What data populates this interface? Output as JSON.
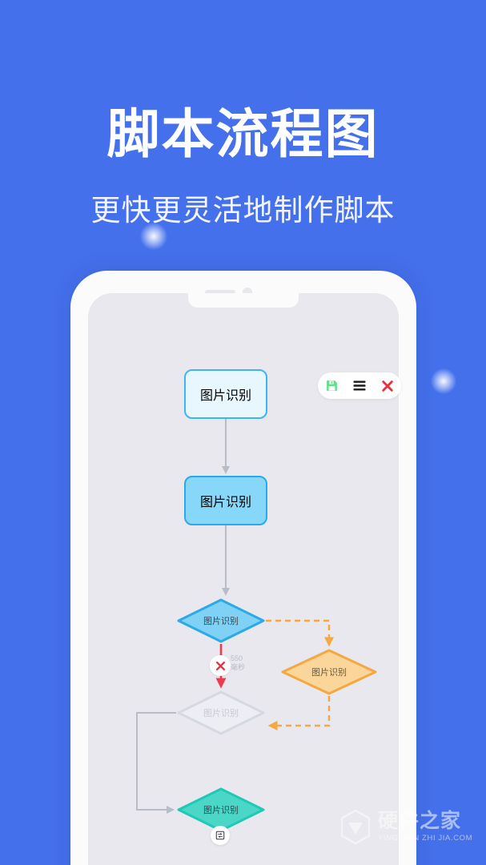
{
  "theme": {
    "background": "#4470ec",
    "phone_body": "#fbfbfc",
    "screen": "#e8e8ee",
    "accent_blue": "#3bb6ef",
    "accent_orange": "#f5a742",
    "accent_teal": "#4ad7c7",
    "accent_red": "#ef3b4e",
    "accent_green": "#5fe08a",
    "muted_grey": "#c9cad2"
  },
  "header": {
    "title": "脚本流程图",
    "subtitle": "更快更灵活地制作脚本"
  },
  "toolbar": {
    "save_label": "",
    "menu_label": "",
    "close_label": "",
    "icons": [
      "save-icon",
      "menu-icon",
      "close-icon"
    ]
  },
  "flowchart": {
    "nodes": [
      {
        "id": "node-1",
        "label": "图片识别",
        "shape": "rounded-rect",
        "state": "outline",
        "fill": "#e8f7fe",
        "stroke": "#3bb6ef"
      },
      {
        "id": "node-2",
        "label": "图片识别",
        "shape": "rounded-rect",
        "state": "filled",
        "fill": "#87d8f8",
        "stroke": "#2ca9e8"
      },
      {
        "id": "node-3",
        "label": "图片识别",
        "shape": "diamond",
        "state": "filled",
        "fill": "#7fd2f5",
        "stroke": "#2ca9e8"
      },
      {
        "id": "node-4",
        "label": "图片识别",
        "shape": "diamond",
        "state": "filled",
        "fill": "#fbd69b",
        "stroke": "#f5a742"
      },
      {
        "id": "node-5",
        "label": "图片识别",
        "shape": "diamond",
        "state": "disabled",
        "fill": "#eceef3",
        "stroke": "#d7d9e1"
      },
      {
        "id": "node-6",
        "label": "图片识别",
        "shape": "diamond",
        "state": "filled",
        "fill": "#4ad7c7",
        "stroke": "#1fc9b6"
      }
    ],
    "timing_badge": {
      "icon": "close-icon",
      "value": "550",
      "unit": "毫秒"
    },
    "loop_badge": {
      "icon": "swap-icon"
    },
    "edges": [
      {
        "from": "node-1",
        "to": "node-2",
        "style": "solid",
        "color": "#b8bcc6"
      },
      {
        "from": "node-2",
        "to": "node-3",
        "style": "solid",
        "color": "#b8bcc6"
      },
      {
        "from": "node-3",
        "to": "node-5",
        "style": "solid",
        "color": "#ef3b4e"
      },
      {
        "from": "node-3",
        "to": "node-4",
        "style": "dashed",
        "color": "#f5a742"
      },
      {
        "from": "node-4",
        "to": "node-5",
        "style": "dashed",
        "color": "#f5a742"
      },
      {
        "from": "node-5",
        "to": "node-6",
        "style": "solid",
        "color": "#b8bcc6"
      }
    ]
  },
  "watermark": {
    "cn": "硬件之家",
    "en": "YING JIAN ZHI JIA.COM",
    "logo": "hexagon-logo"
  }
}
